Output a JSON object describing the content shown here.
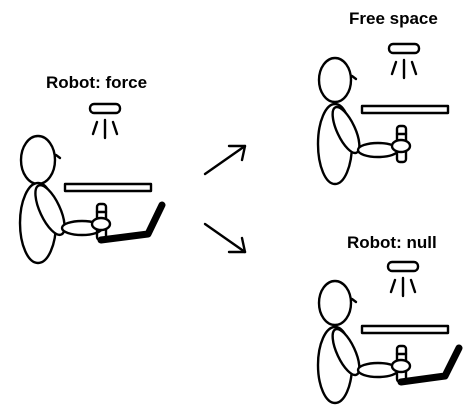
{
  "panels": {
    "left": {
      "label": "Robot: force"
    },
    "top_right": {
      "label": "Free space"
    },
    "bottom_right": {
      "label": "Robot: null"
    }
  },
  "icons": {
    "light": "ceiling-lamp-icon",
    "arrow": "diagonal-arrow-icon",
    "handle": "grip-handle-icon"
  },
  "colors": {
    "ink": "#000000",
    "background": "#ffffff"
  }
}
